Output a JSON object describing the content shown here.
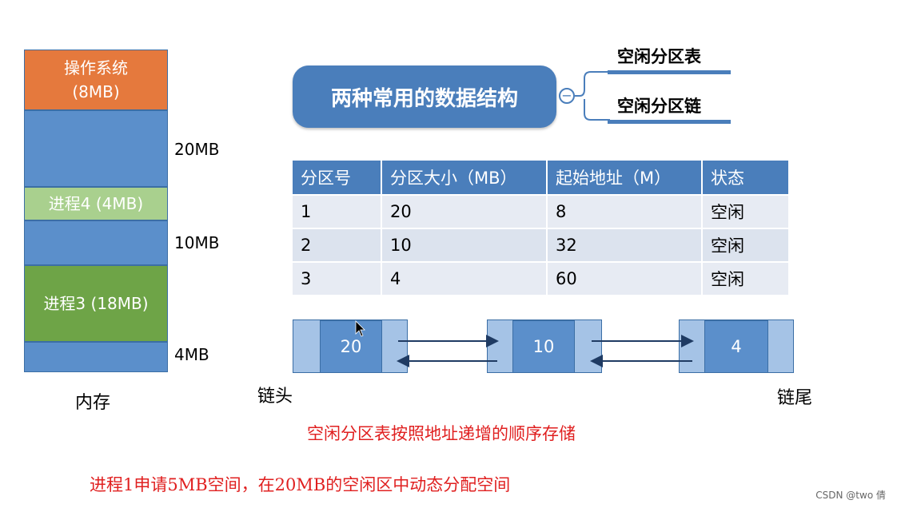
{
  "memory": {
    "os": {
      "name": "操作系统",
      "size": "(8MB)"
    },
    "process4": "进程4 (4MB)",
    "process3": "进程3 (18MB)",
    "label": "内存",
    "free_sizes": [
      "20MB",
      "10MB",
      "4MB"
    ]
  },
  "mindmap": {
    "title": "两种常用的数据结构",
    "collapse_symbol": "−",
    "branches": [
      "空闲分区表",
      "空闲分区链"
    ]
  },
  "table": {
    "headers": [
      "分区号",
      "分区大小（MB）",
      "起始地址（M）",
      "状态"
    ],
    "rows": [
      [
        "1",
        "20",
        "8",
        "空闲"
      ],
      [
        "2",
        "10",
        "32",
        "空闲"
      ],
      [
        "3",
        "4",
        "60",
        "空闲"
      ]
    ]
  },
  "linked_list": {
    "nodes": [
      "20",
      "10",
      "4"
    ],
    "head_label": "链头",
    "tail_label": "链尾"
  },
  "notes": {
    "order": "空闲分区表按照地址递增的顺序存储",
    "request": "进程1申请5MB空间，在20MB的空闲区中动态分配空间"
  },
  "watermark": "CSDN @two 倩"
}
